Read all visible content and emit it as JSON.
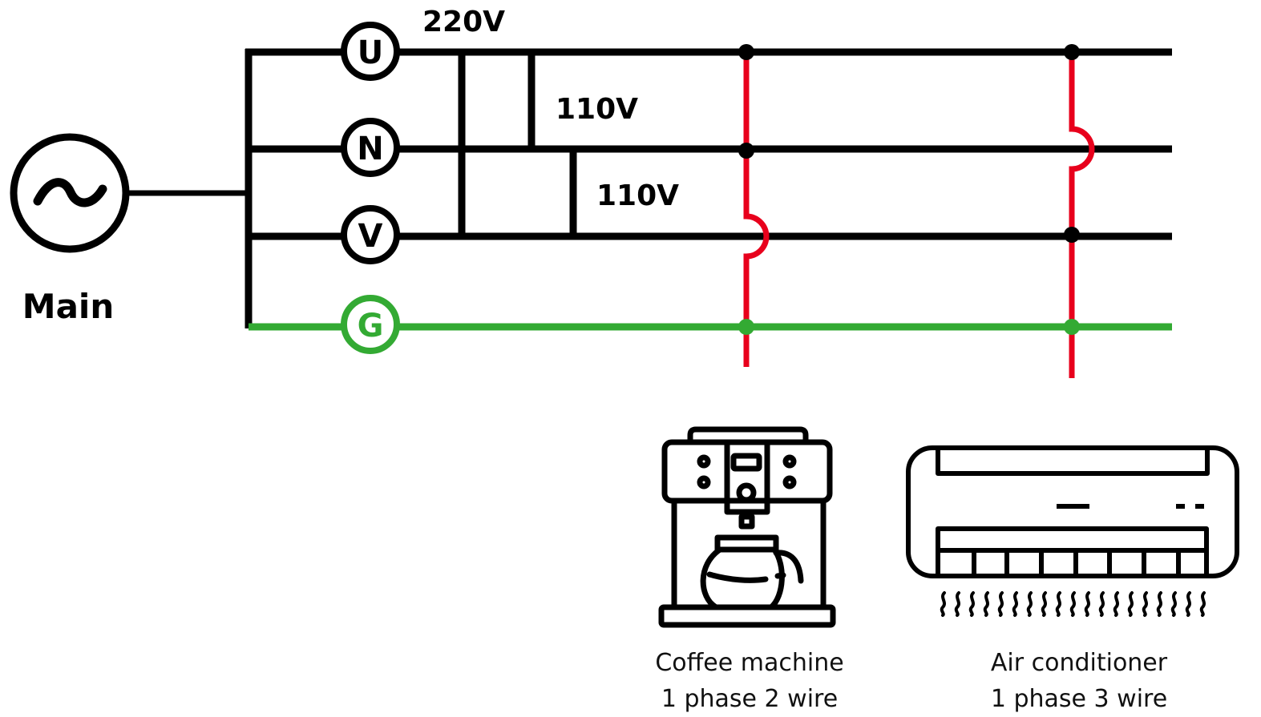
{
  "colors": {
    "wire": "#000000",
    "ground": "#33aa33",
    "feeder": "#e8001c"
  },
  "source": {
    "label": "Main",
    "icon": "ac-source-icon"
  },
  "conductors": [
    {
      "id": "U",
      "label": "U",
      "type": "line"
    },
    {
      "id": "N",
      "label": "N",
      "type": "neutral"
    },
    {
      "id": "V",
      "label": "V",
      "type": "line"
    },
    {
      "id": "G",
      "label": "G",
      "type": "ground"
    }
  ],
  "voltages": {
    "u_to_v": "220V",
    "u_to_n": "110V",
    "n_to_v": "110V"
  },
  "loads": [
    {
      "name": "Coffee machine",
      "spec": "1 phase 2 wire",
      "icon": "coffee-machine-icon",
      "connections": [
        "U",
        "N",
        "G"
      ],
      "crosses_without_connection": [
        "V"
      ]
    },
    {
      "name": "Air conditioner",
      "spec": "1 phase 3 wire",
      "icon": "air-conditioner-icon",
      "connections": [
        "U",
        "V",
        "G"
      ],
      "crosses_without_connection": [
        "N"
      ]
    }
  ]
}
